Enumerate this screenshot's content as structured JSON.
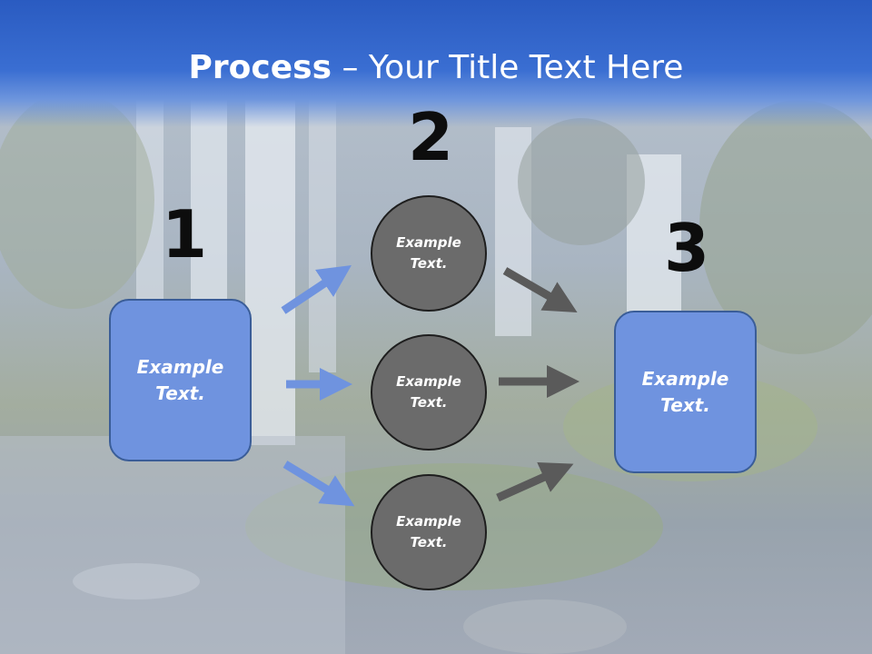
{
  "title": {
    "bold": "Process",
    "rest": " – Your Title Text Here"
  },
  "steps": [
    {
      "number": "1"
    },
    {
      "number": "2"
    },
    {
      "number": "3"
    }
  ],
  "boxes": {
    "left": {
      "line1": "Example",
      "line2": "Text."
    },
    "right": {
      "line1": "Example",
      "line2": "Text."
    }
  },
  "circles": [
    {
      "line1": "Example",
      "line2": "Text."
    },
    {
      "line1": "Example",
      "line2": "Text."
    },
    {
      "line1": "Example",
      "line2": "Text."
    }
  ],
  "colors": {
    "header_blue": "#2a5bc1",
    "box_fill": "#6f93df",
    "circle_fill": "#6b6b6b",
    "blue_arrow": "#6f93df",
    "gray_arrow": "#5a5a5a"
  },
  "background": "waterfall-photo"
}
